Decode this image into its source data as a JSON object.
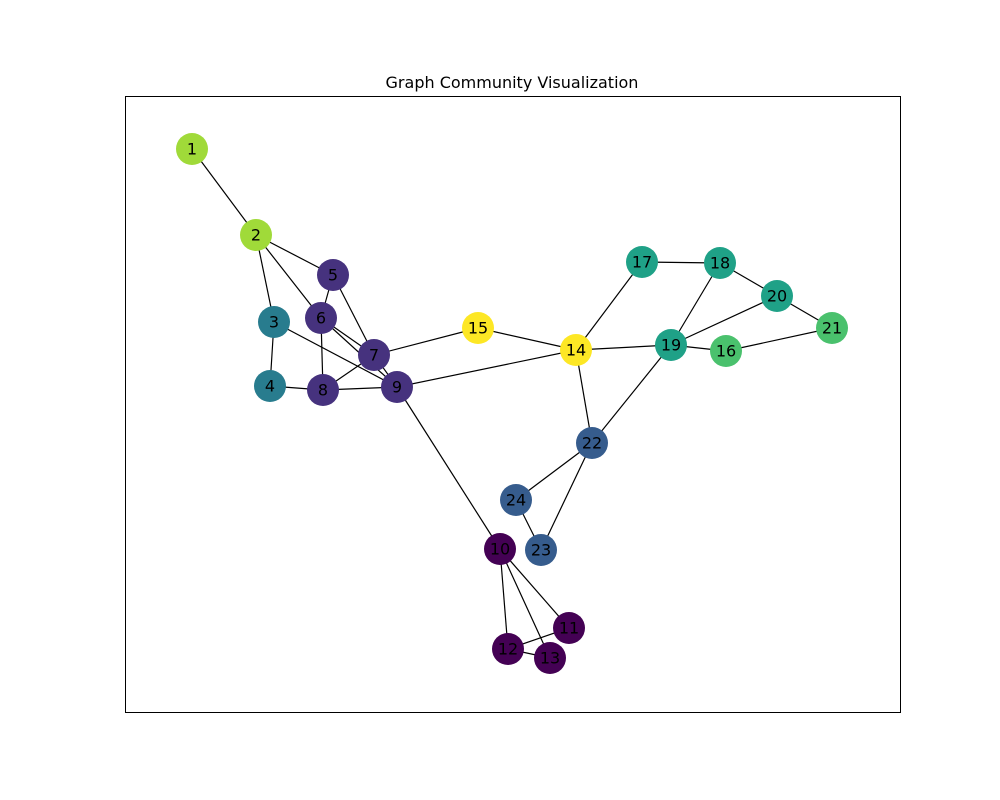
{
  "figure": {
    "title": "Graph Community Visualization"
  },
  "graph": {
    "nodes": [
      {
        "id": "1",
        "community_color": "#a0da39"
      },
      {
        "id": "2",
        "community_color": "#a0da39"
      },
      {
        "id": "3",
        "community_color": "#287c8e"
      },
      {
        "id": "4",
        "community_color": "#287c8e"
      },
      {
        "id": "5",
        "community_color": "#46327e"
      },
      {
        "id": "6",
        "community_color": "#46327e"
      },
      {
        "id": "7",
        "community_color": "#46327e"
      },
      {
        "id": "8",
        "community_color": "#46327e"
      },
      {
        "id": "9",
        "community_color": "#46327e"
      },
      {
        "id": "10",
        "community_color": "#440154"
      },
      {
        "id": "11",
        "community_color": "#440154"
      },
      {
        "id": "12",
        "community_color": "#440154"
      },
      {
        "id": "13",
        "community_color": "#440154"
      },
      {
        "id": "14",
        "community_color": "#fde725"
      },
      {
        "id": "15",
        "community_color": "#fde725"
      },
      {
        "id": "16",
        "community_color": "#4ac16d"
      },
      {
        "id": "17",
        "community_color": "#1fa187"
      },
      {
        "id": "18",
        "community_color": "#1fa187"
      },
      {
        "id": "19",
        "community_color": "#1fa187"
      },
      {
        "id": "20",
        "community_color": "#1fa187"
      },
      {
        "id": "21",
        "community_color": "#4ac16d"
      },
      {
        "id": "22",
        "community_color": "#365c8d"
      },
      {
        "id": "23",
        "community_color": "#365c8d"
      },
      {
        "id": "24",
        "community_color": "#365c8d"
      }
    ],
    "edges": [
      [
        "1",
        "2"
      ],
      [
        "2",
        "3"
      ],
      [
        "2",
        "5"
      ],
      [
        "2",
        "6"
      ],
      [
        "3",
        "4"
      ],
      [
        "3",
        "9"
      ],
      [
        "4",
        "8"
      ],
      [
        "5",
        "6"
      ],
      [
        "5",
        "7"
      ],
      [
        "6",
        "7"
      ],
      [
        "6",
        "8"
      ],
      [
        "6",
        "9"
      ],
      [
        "7",
        "8"
      ],
      [
        "7",
        "9"
      ],
      [
        "7",
        "15"
      ],
      [
        "8",
        "9"
      ],
      [
        "9",
        "14"
      ],
      [
        "9",
        "10"
      ],
      [
        "10",
        "11"
      ],
      [
        "10",
        "12"
      ],
      [
        "10",
        "13"
      ],
      [
        "11",
        "12"
      ],
      [
        "12",
        "13"
      ],
      [
        "14",
        "15"
      ],
      [
        "14",
        "17"
      ],
      [
        "14",
        "19"
      ],
      [
        "14",
        "22"
      ],
      [
        "16",
        "19"
      ],
      [
        "16",
        "21"
      ],
      [
        "17",
        "18"
      ],
      [
        "18",
        "19"
      ],
      [
        "18",
        "20"
      ],
      [
        "19",
        "20"
      ],
      [
        "19",
        "22"
      ],
      [
        "20",
        "21"
      ],
      [
        "22",
        "23"
      ],
      [
        "22",
        "24"
      ],
      [
        "23",
        "24"
      ]
    ],
    "edge_color": "#000000",
    "frame_color": "#000000"
  }
}
